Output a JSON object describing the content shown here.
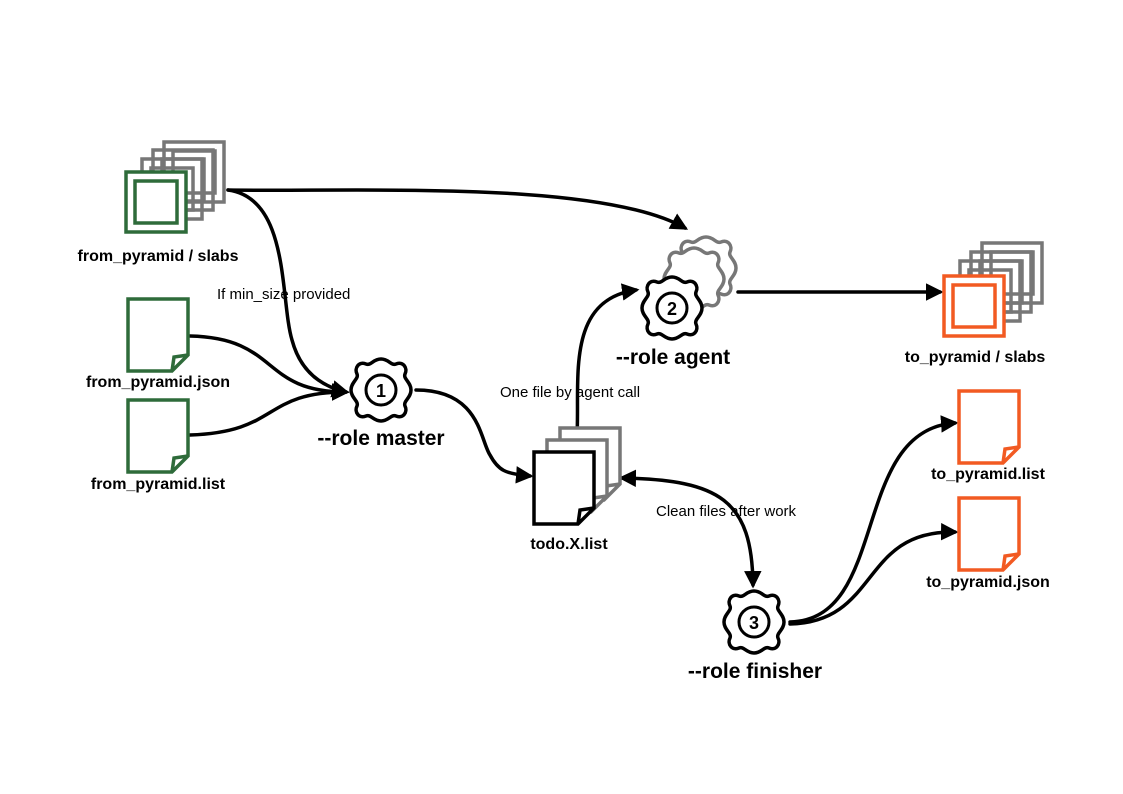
{
  "nodes": {
    "from_slabs": {
      "label": "from_pyramid / slabs",
      "color": "#2e6b3a"
    },
    "from_json": {
      "label": "from_pyramid.json",
      "color": "#2e6b3a"
    },
    "from_list": {
      "label": "from_pyramid.list",
      "color": "#2e6b3a"
    },
    "master": {
      "number": "1",
      "label": "--role master"
    },
    "agent": {
      "number": "2",
      "label": "--role agent"
    },
    "finisher": {
      "number": "3",
      "label": "--role finisher"
    },
    "todo": {
      "label": "todo.X.list"
    },
    "to_slabs": {
      "label": "to_pyramid / slabs",
      "color": "#f25a22"
    },
    "to_list": {
      "label": "to_pyramid.list",
      "color": "#f25a22"
    },
    "to_json": {
      "label": "to_pyramid.json",
      "color": "#f25a22"
    }
  },
  "edges": {
    "min_size": "If min_size provided",
    "one_file": "One file by agent call",
    "clean": "Clean files after work"
  },
  "icons": {
    "stack": "layered-squares-icon",
    "document": "document-icon",
    "gear": "gear-icon"
  },
  "colors": {
    "gray": "#777777",
    "black": "#000000"
  }
}
